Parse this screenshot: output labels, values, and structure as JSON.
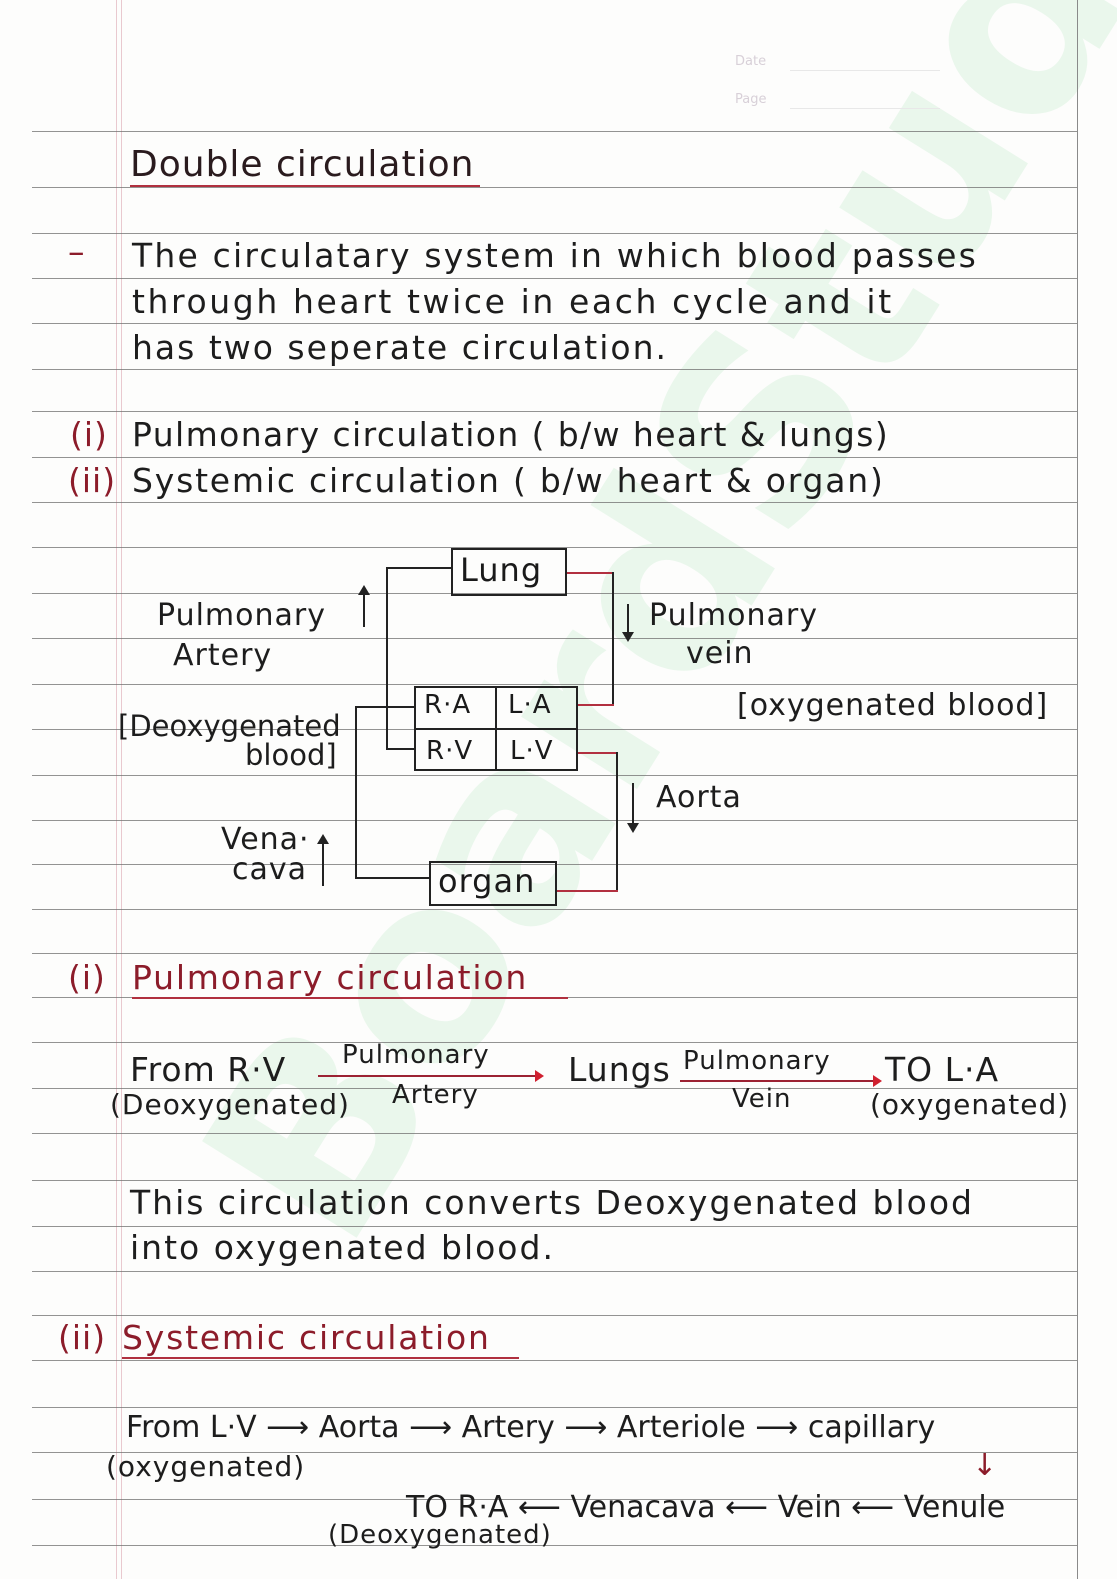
{
  "header": {
    "date_label": "Date",
    "page_label": "Page"
  },
  "title": "Double circulation",
  "definition": {
    "bullet": "–",
    "lines": [
      "The circulatary system in which blood passes",
      "through heart twice in each cycle and it",
      "has two seperate circulation."
    ]
  },
  "types": [
    {
      "num": "(i)",
      "text": "Pulmonary circulation ( b/w heart & lungs)"
    },
    {
      "num": "(ii)",
      "text": "Systemic circulation ( b/w heart & organ)"
    }
  ],
  "diagram": {
    "lung": "Lung",
    "organ": "organ",
    "chambers": {
      "ra": "R·A",
      "la": "L·A",
      "rv": "R·V",
      "lv": "L·V"
    },
    "labels": {
      "pulmonary_artery_1": "Pulmonary",
      "pulmonary_artery_2": "Artery",
      "deoxygenated_1": "[Deoxygenated",
      "deoxygenated_2": "blood]",
      "vena_cava_1": "Vena·",
      "vena_cava_2": "cava",
      "pulmonary_vein_1": "Pulmonary",
      "pulmonary_vein_2": "vein",
      "oxygenated": "[oxygenated blood]",
      "aorta": "Aorta"
    }
  },
  "pulmonary_section": {
    "heading_num": "(i)",
    "heading": "Pulmonary circulation",
    "flow": {
      "from": "From R·V",
      "from_note": "(Deoxygenated)",
      "step1_top": "Pulmonary",
      "step1_bottom": "Artery",
      "mid": "Lungs",
      "step2_top": "Pulmonary",
      "step2_bottom": "Vein",
      "to": "TO L·A",
      "to_note": "(oxygenated)"
    },
    "summary_lines": [
      "This circulation converts Deoxygenated blood",
      "into oxygenated blood."
    ]
  },
  "systemic_section": {
    "heading_num": "(ii)",
    "heading": "Systemic circulation",
    "flow_row1": "From L·V ⟶ Aorta ⟶ Artery ⟶ Arteriole ⟶ capillary",
    "flow_row1_note": "(oxygenated)",
    "down_arrow": "↓",
    "flow_row2": "TO R·A  ⟵ Venacava ⟵ Vein ⟵ Venule",
    "flow_row2_note": "(Deoxygenated)"
  },
  "watermark": "BoardStudy",
  "colors": {
    "ink": "#1d1d1d",
    "red_ink": "#8c1c2a",
    "rule": "#6f6f6f",
    "margin": "#e9c9cf",
    "watermark": "#78d28c"
  }
}
